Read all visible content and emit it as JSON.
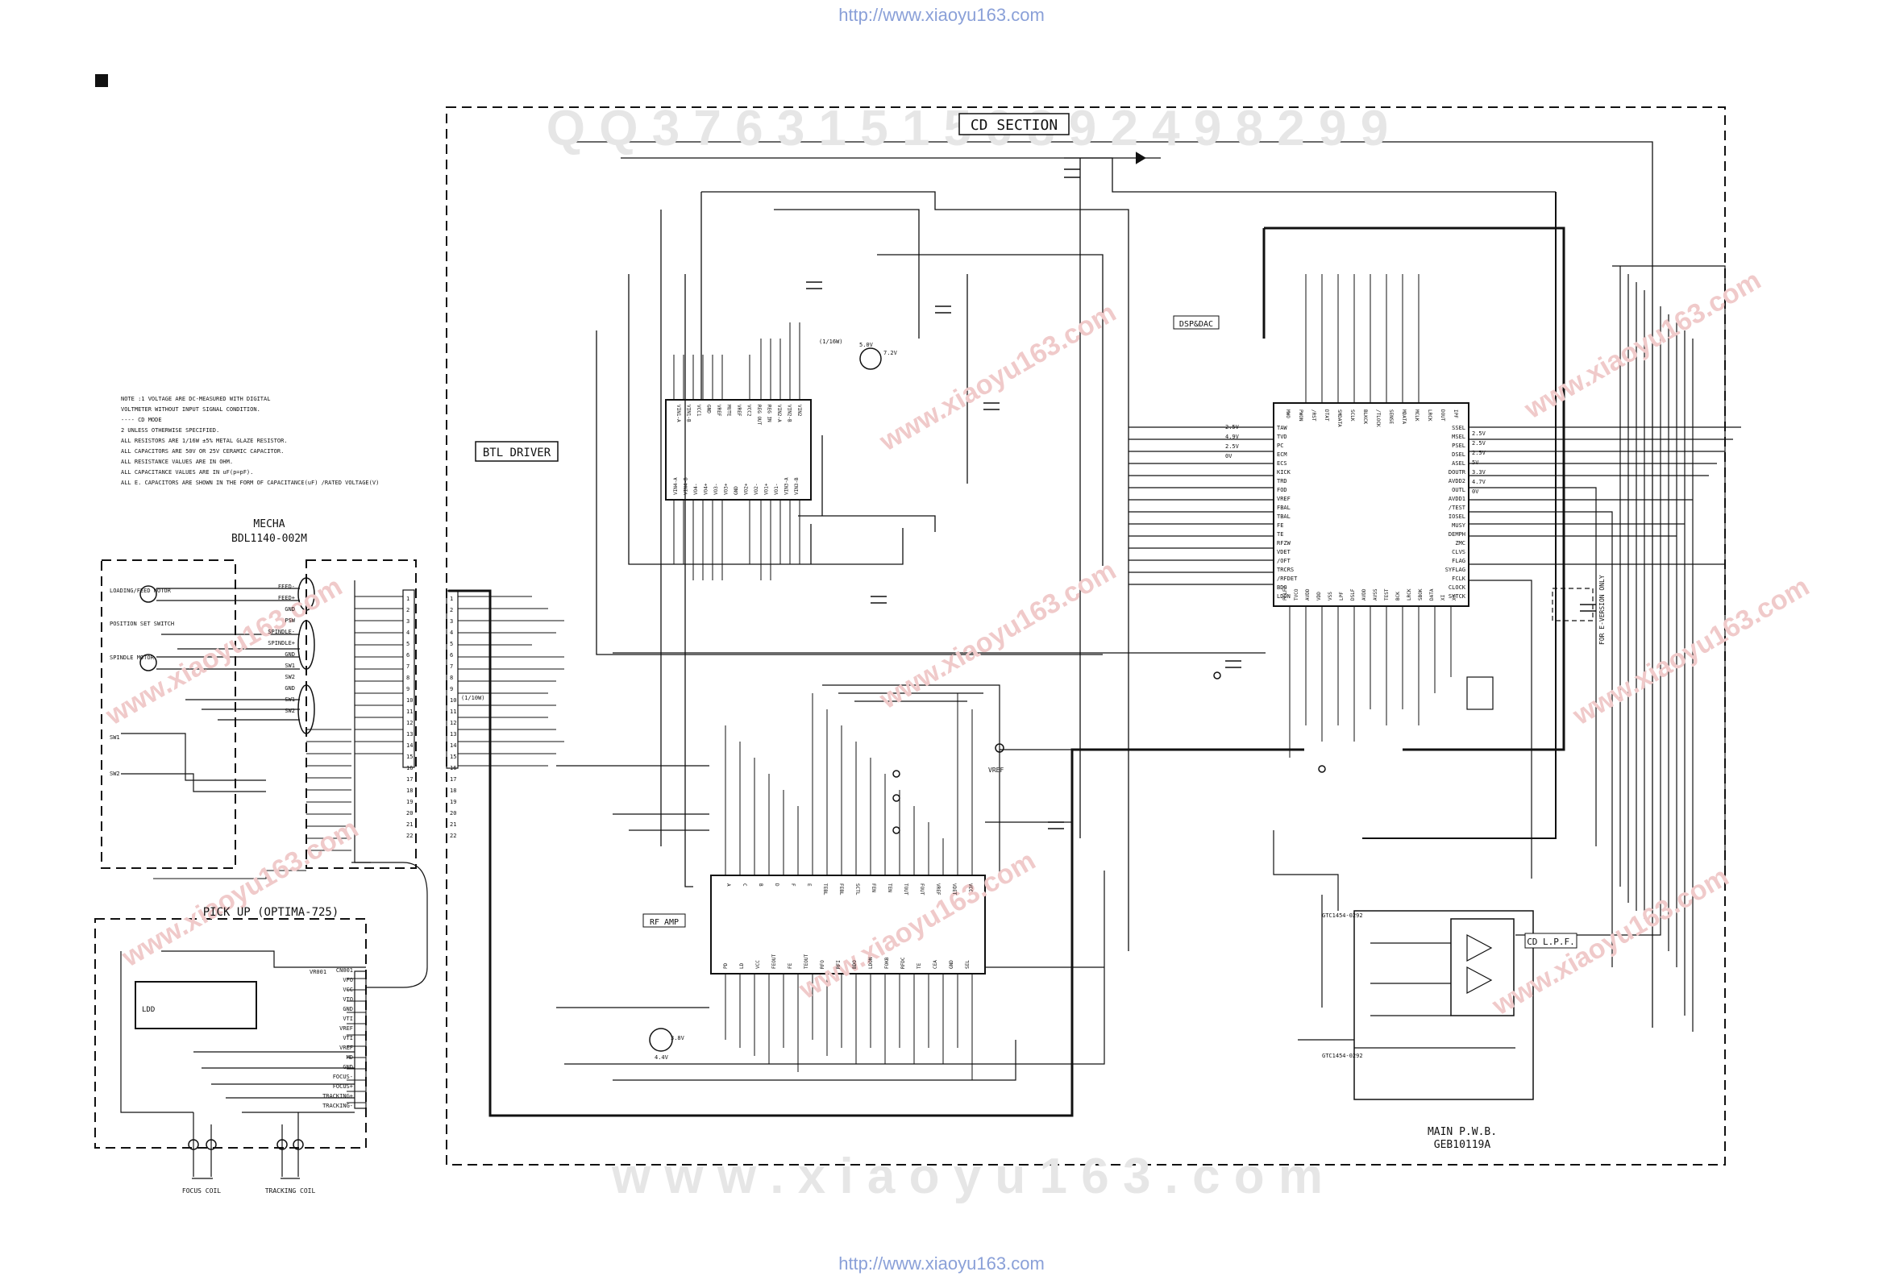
{
  "urls": {
    "top": "http://www.xiaoyu163.com",
    "bottom": "http://www.xiaoyu163.com"
  },
  "watermarks": {
    "top_row": "Q Q 3 7 6 3 1 5 1 5 0 8 9 2 4 9 8 2 9 9",
    "bottom_row": "w w w . x i a o y u 1 6 3 . c o m",
    "diagonal": "www.xiaoyu163.com"
  },
  "labels": {
    "cd_section": "CD SECTION",
    "btl_driver": "BTL DRIVER",
    "dsp_dac": "DSP&DAC",
    "rf_amp": "RF AMP",
    "cd_lpf": "CD L.P.F.",
    "mecha_title": "MECHA",
    "mecha_part": "BDL1140-002M",
    "pickup_title": "PICK UP  (OPTIMA-725)",
    "main_pwb": "MAIN P.W.B.",
    "main_pwb_part": "GEB10119A",
    "focus_coil": "FOCUS COIL",
    "tracking_coil": "TRACKING COIL",
    "for_version": "FOR E-VERSION ONLY",
    "vref": "VREF",
    "ic_part_1": "GTC1454-0292",
    "ic_part_2": "GTC1454-0292"
  },
  "notes": [
    "NOTE :1  VOLTAGE ARE DC-MEASURED WITH DIGITAL",
    "         VOLTMETER WITHOUT INPUT SIGNAL CONDITION.",
    "         ----  CD MODE",
    "       2  UNLESS OTHERWISE SPECIFIED.",
    "         ALL RESISTORS ARE 1/16W ±5% METAL GLAZE RESISTOR.",
    "         ALL CAPACITORS ARE 50V OR 25V CERAMIC CAPACITOR.",
    "         ALL RESISTANCE VALUES ARE IN OHM.",
    "         ALL CAPACITANCE VALUES ARE IN uF(p=pF).",
    "         ALL E. CAPACITORS ARE SHOWN IN THE FORM OF CAPACITANCE(uF) /RATED VOLTAGE(V)"
  ],
  "mecha": {
    "items": [
      "LOADING/FEED MOTOR",
      "POSITION SET SWITCH",
      "SPINDLE MOTOR",
      "SW1",
      "SW2"
    ],
    "pins": [
      "FEED-",
      "FEED+",
      "GND",
      "PSW",
      "SPINDLE-",
      "SPINDLE+",
      "GND",
      "SW1",
      "SW2",
      "GND",
      "SW1",
      "SW2"
    ]
  },
  "pickup": {
    "pins": [
      "CN001",
      "VFO",
      "VCC",
      "VTO",
      "GND",
      "VTI",
      "VREF",
      "VTI",
      "VREF",
      "MD",
      "GND",
      "FOCUS-",
      "FOCUS+",
      "TRACKING+",
      "TRACKING-"
    ],
    "ic": "LDD",
    "sub_label": "VR001"
  },
  "dsp_pins_left": [
    "TAW",
    "TVD",
    "PC",
    "ECM",
    "ECS",
    "KICK",
    "TRD",
    "FOD",
    "VREF",
    "FBAL",
    "TBAL",
    "FE",
    "TE",
    "RFZW",
    "VDET",
    "/OFT",
    "TRCRS",
    "/RFDET",
    "BDO",
    "LDON"
  ],
  "dsp_pins_right": [
    "SSEL",
    "MSEL",
    "PSEL",
    "DSEL",
    "ASEL",
    "DOUTR",
    "AVDD2",
    "OUTL",
    "AVDD1",
    "/TEST",
    "IOSEL",
    "MUSY",
    "DEMPH",
    "ZMC",
    "CLVS",
    "FLAG",
    "SYFLAG",
    "FCLK",
    "CLOCK",
    "SYTCK"
  ],
  "dsp_pins_top": [
    "MWO",
    "PWON",
    "/RST",
    "DTAT",
    "SMDATA",
    "SCLK",
    "BLKCK",
    "/TLOCK",
    "SENSE",
    "MDATA",
    "MCLK",
    "LRCK",
    "DOUT",
    "IPF"
  ],
  "dsp_pins_bottom": [
    "PLLF2",
    "TVCO",
    "AVDD",
    "VDD",
    "VSS",
    "LPF",
    "DSLF",
    "AVDD",
    "AVSS",
    "TEST",
    "BCK",
    "LRCK",
    "SBOK",
    "DATA",
    "XI",
    "XO"
  ],
  "btl_pins_top": [
    "VIN1-A",
    "VIN1-B",
    "VCC1",
    "GND",
    "VREF",
    "MUTE",
    "VREF",
    "VCC2",
    "REG OUT",
    "REG IN",
    "VIN2-A",
    "VIN2-B",
    "VIN2"
  ],
  "btl_pins_bottom": [
    "VIN4-A",
    "VIN4-B",
    "VO4-",
    "VO4+",
    "VO3-",
    "VO3+",
    "GND",
    "VO2+",
    "VO2-",
    "VO1+",
    "VO1-",
    "VIN3-A",
    "VIN3-B"
  ],
  "rf_pins_top": [
    "A",
    "C",
    "B",
    "D",
    "F",
    "E",
    "TEBL",
    "FEBL",
    "SCTL",
    "FEN",
    "TEN",
    "TOUT",
    "FOUT",
    "VREF",
    "VDET",
    "VCC"
  ],
  "rf_pins_bottom": [
    "PD",
    "LD",
    "VCC",
    "FEOUT",
    "FE",
    "TEOUT",
    "RFO",
    "RFI",
    "BDO",
    "LDON",
    "FOKB",
    "RFDC",
    "TE",
    "CEA",
    "GND",
    "SEL"
  ],
  "voltages": [
    "2.5V",
    "4.9V",
    "2.5V",
    "0V",
    "2.5V",
    "2.5V",
    "2.5V",
    "5V",
    "3.3V",
    "4.7V",
    "0V",
    "7.2V",
    "5.0V",
    "3.8V",
    "4.4V"
  ],
  "connector_numbers": [
    "1",
    "2",
    "3",
    "4",
    "5",
    "6",
    "7",
    "8",
    "9",
    "10",
    "11",
    "12",
    "13",
    "14",
    "15",
    "16",
    "17",
    "18",
    "19",
    "20",
    "21",
    "22"
  ],
  "scale_labels": [
    "(1/10W)",
    "(1/16W)"
  ]
}
